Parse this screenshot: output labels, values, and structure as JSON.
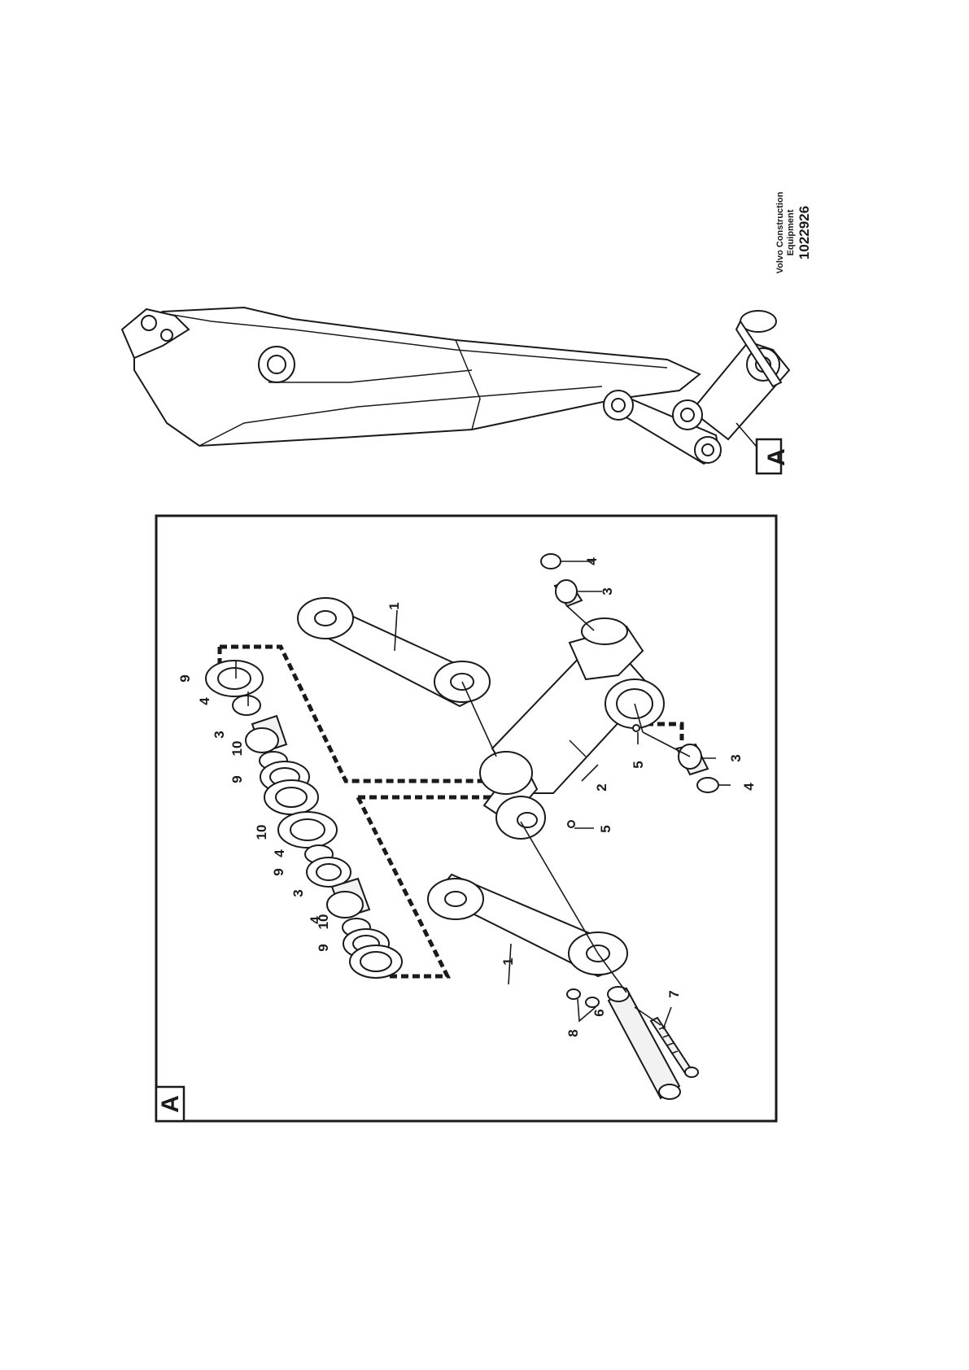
{
  "brand": {
    "line1": "Volvo Construction",
    "line2": "Equipment",
    "doc_number": "1022926"
  },
  "detail_ref": "A",
  "detail_frame_label": "A",
  "part_labels": [
    "1",
    "1",
    "2",
    "3",
    "3",
    "3",
    "3",
    "4",
    "4",
    "4",
    "4",
    "4",
    "5",
    "5",
    "6",
    "7",
    "8",
    "9",
    "9",
    "9",
    "9",
    "10",
    "10",
    "10"
  ]
}
